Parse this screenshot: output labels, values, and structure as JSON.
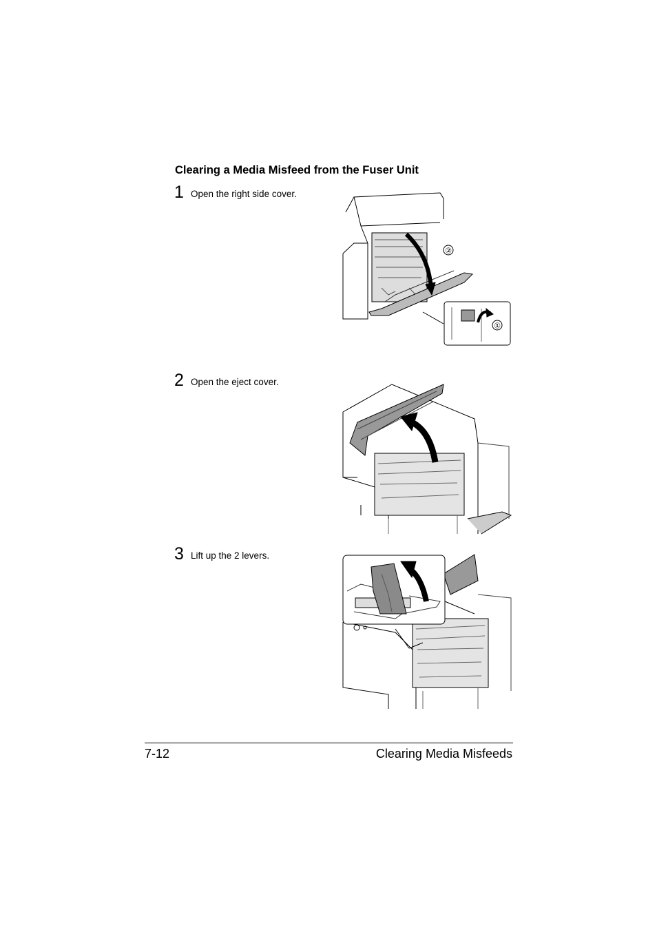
{
  "section_title": "Clearing a Media Misfeed from the Fuser Unit",
  "steps": [
    {
      "number": "1",
      "text": "Open the right side cover.",
      "callouts": [
        "②",
        "①"
      ]
    },
    {
      "number": "2",
      "text": "Open the eject cover."
    },
    {
      "number": "3",
      "text": "Lift up the 2 levers."
    }
  ],
  "footer": {
    "page_number": "7-12",
    "chapter_title": "Clearing Media Misfeeds"
  }
}
